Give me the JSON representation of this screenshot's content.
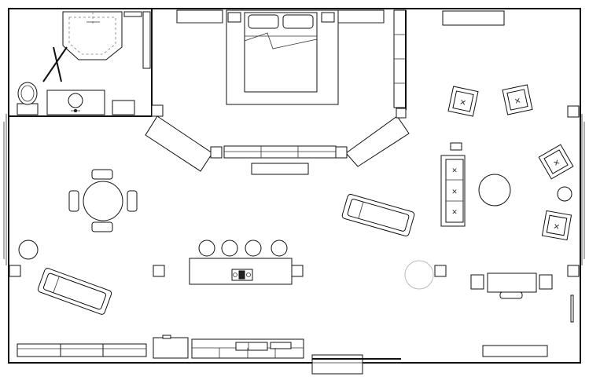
{
  "plan": {
    "description_visible_text": [],
    "rooms": [
      "bathroom",
      "bedroom",
      "living-area"
    ],
    "colors": {
      "line": "#111111",
      "background": "#ffffff",
      "fill": "#f4f4f4"
    }
  }
}
